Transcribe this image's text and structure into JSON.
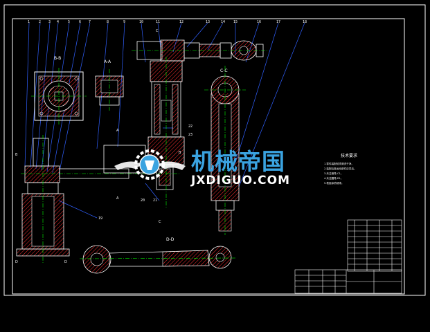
{
  "drawing": {
    "section_labels": {
      "b_b": "B-B",
      "a_a": "A-A",
      "c_c": "C-C",
      "d_d": "D-D"
    },
    "cut_marks": {
      "a_top": "A",
      "a_bottom": "A",
      "c_top": "C",
      "c_bottom": "C",
      "b_left": "B",
      "b_right": "B",
      "d_left": "D",
      "d_right": "D"
    },
    "leader_numbers": [
      "1",
      "2",
      "3",
      "4",
      "5",
      "6",
      "7",
      "8",
      "9",
      "10",
      "11",
      "12",
      "13",
      "14",
      "15",
      "16",
      "17",
      "18"
    ],
    "lower_numbers": [
      "19",
      "20",
      "21",
      "22",
      "23"
    ],
    "tech_requirements_title": "技术要求",
    "tech_requirements_lines": [
      "1.零件装配前须清洗干净。",
      "2.装配后各运动部件应灵活。",
      "3.未注倒角 C1。",
      "4.未注圆角 R1。",
      "5.表面涂防锈漆。"
    ]
  },
  "watermark": {
    "cn": "机械帝国",
    "en": "JXDIGUO.COM"
  },
  "colors": {
    "background": "#000000",
    "outline": "#ffffff",
    "centerline": "#00ff00",
    "hatch": "#ff3030",
    "leader": "#3060ff",
    "frame": "#ffffff",
    "watermark_blue": "#3aa3e0"
  }
}
